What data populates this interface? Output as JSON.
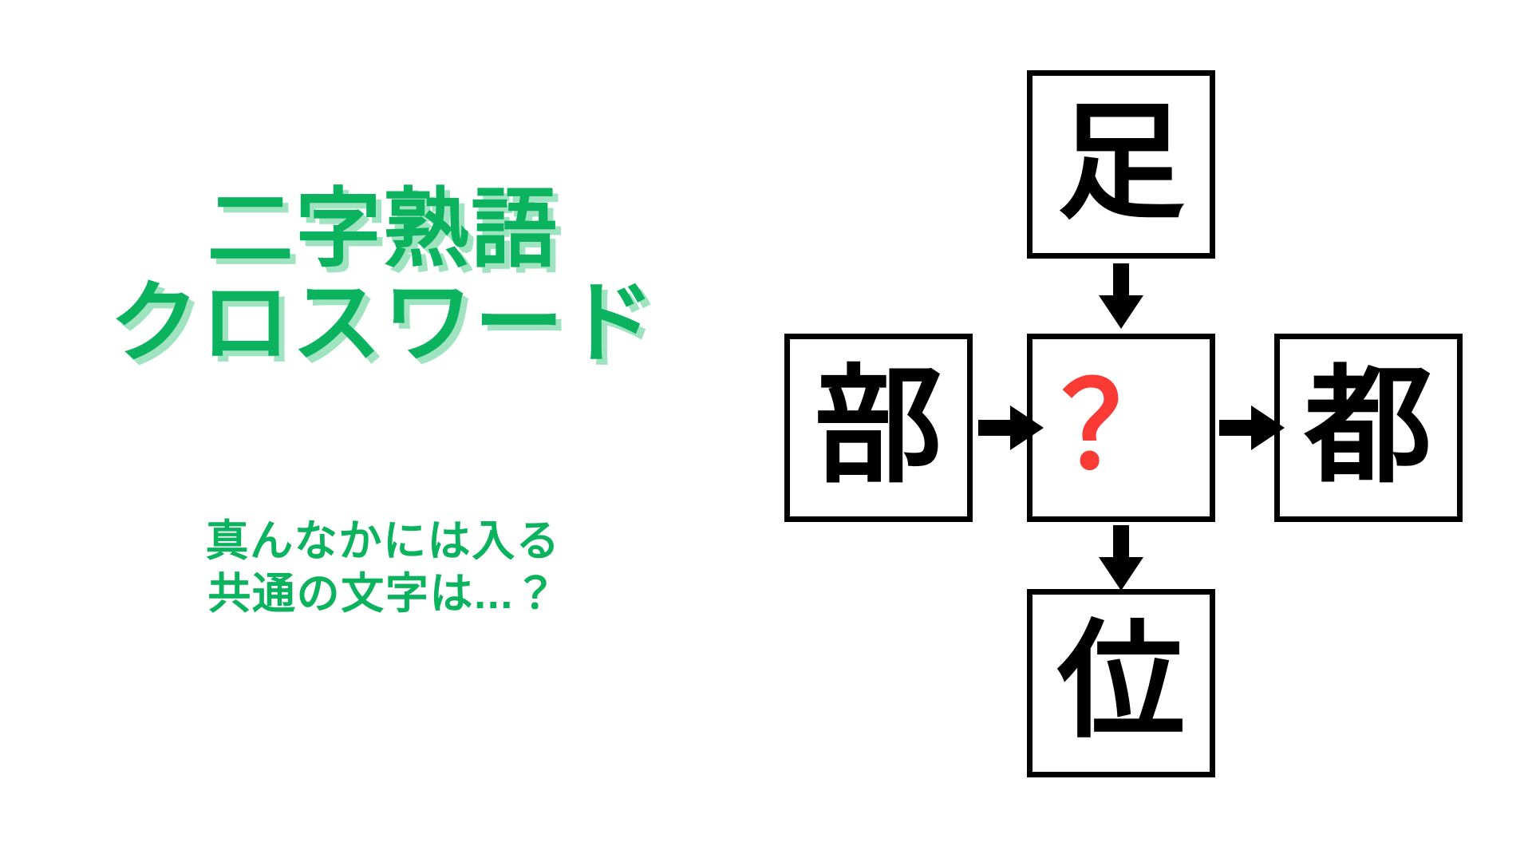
{
  "page": {
    "background_color": "#ffffff",
    "accent_green": "#0bb35e",
    "accent_green_shadow": "#9fe3c0",
    "accent_red": "#f93a35",
    "ink_black": "#000000"
  },
  "title": {
    "line1": "二字熟語",
    "line2": "クロスワード"
  },
  "subtitle": {
    "line1": "真んなかには入る",
    "line2": "共通の文字は...？"
  },
  "puzzle": {
    "cells": {
      "top": {
        "label": "足",
        "is_answer": false
      },
      "left": {
        "label": "部",
        "is_answer": false
      },
      "center": {
        "label": "？",
        "is_answer": true
      },
      "right": {
        "label": "都",
        "is_answer": false
      },
      "bottom": {
        "label": "位",
        "is_answer": false
      }
    },
    "arrows": [
      {
        "name": "arrow-top-to-center",
        "direction": "down"
      },
      {
        "name": "arrow-left-to-center",
        "direction": "right"
      },
      {
        "name": "arrow-center-to-right",
        "direction": "right"
      },
      {
        "name": "arrow-center-to-bottom",
        "direction": "down"
      }
    ]
  }
}
